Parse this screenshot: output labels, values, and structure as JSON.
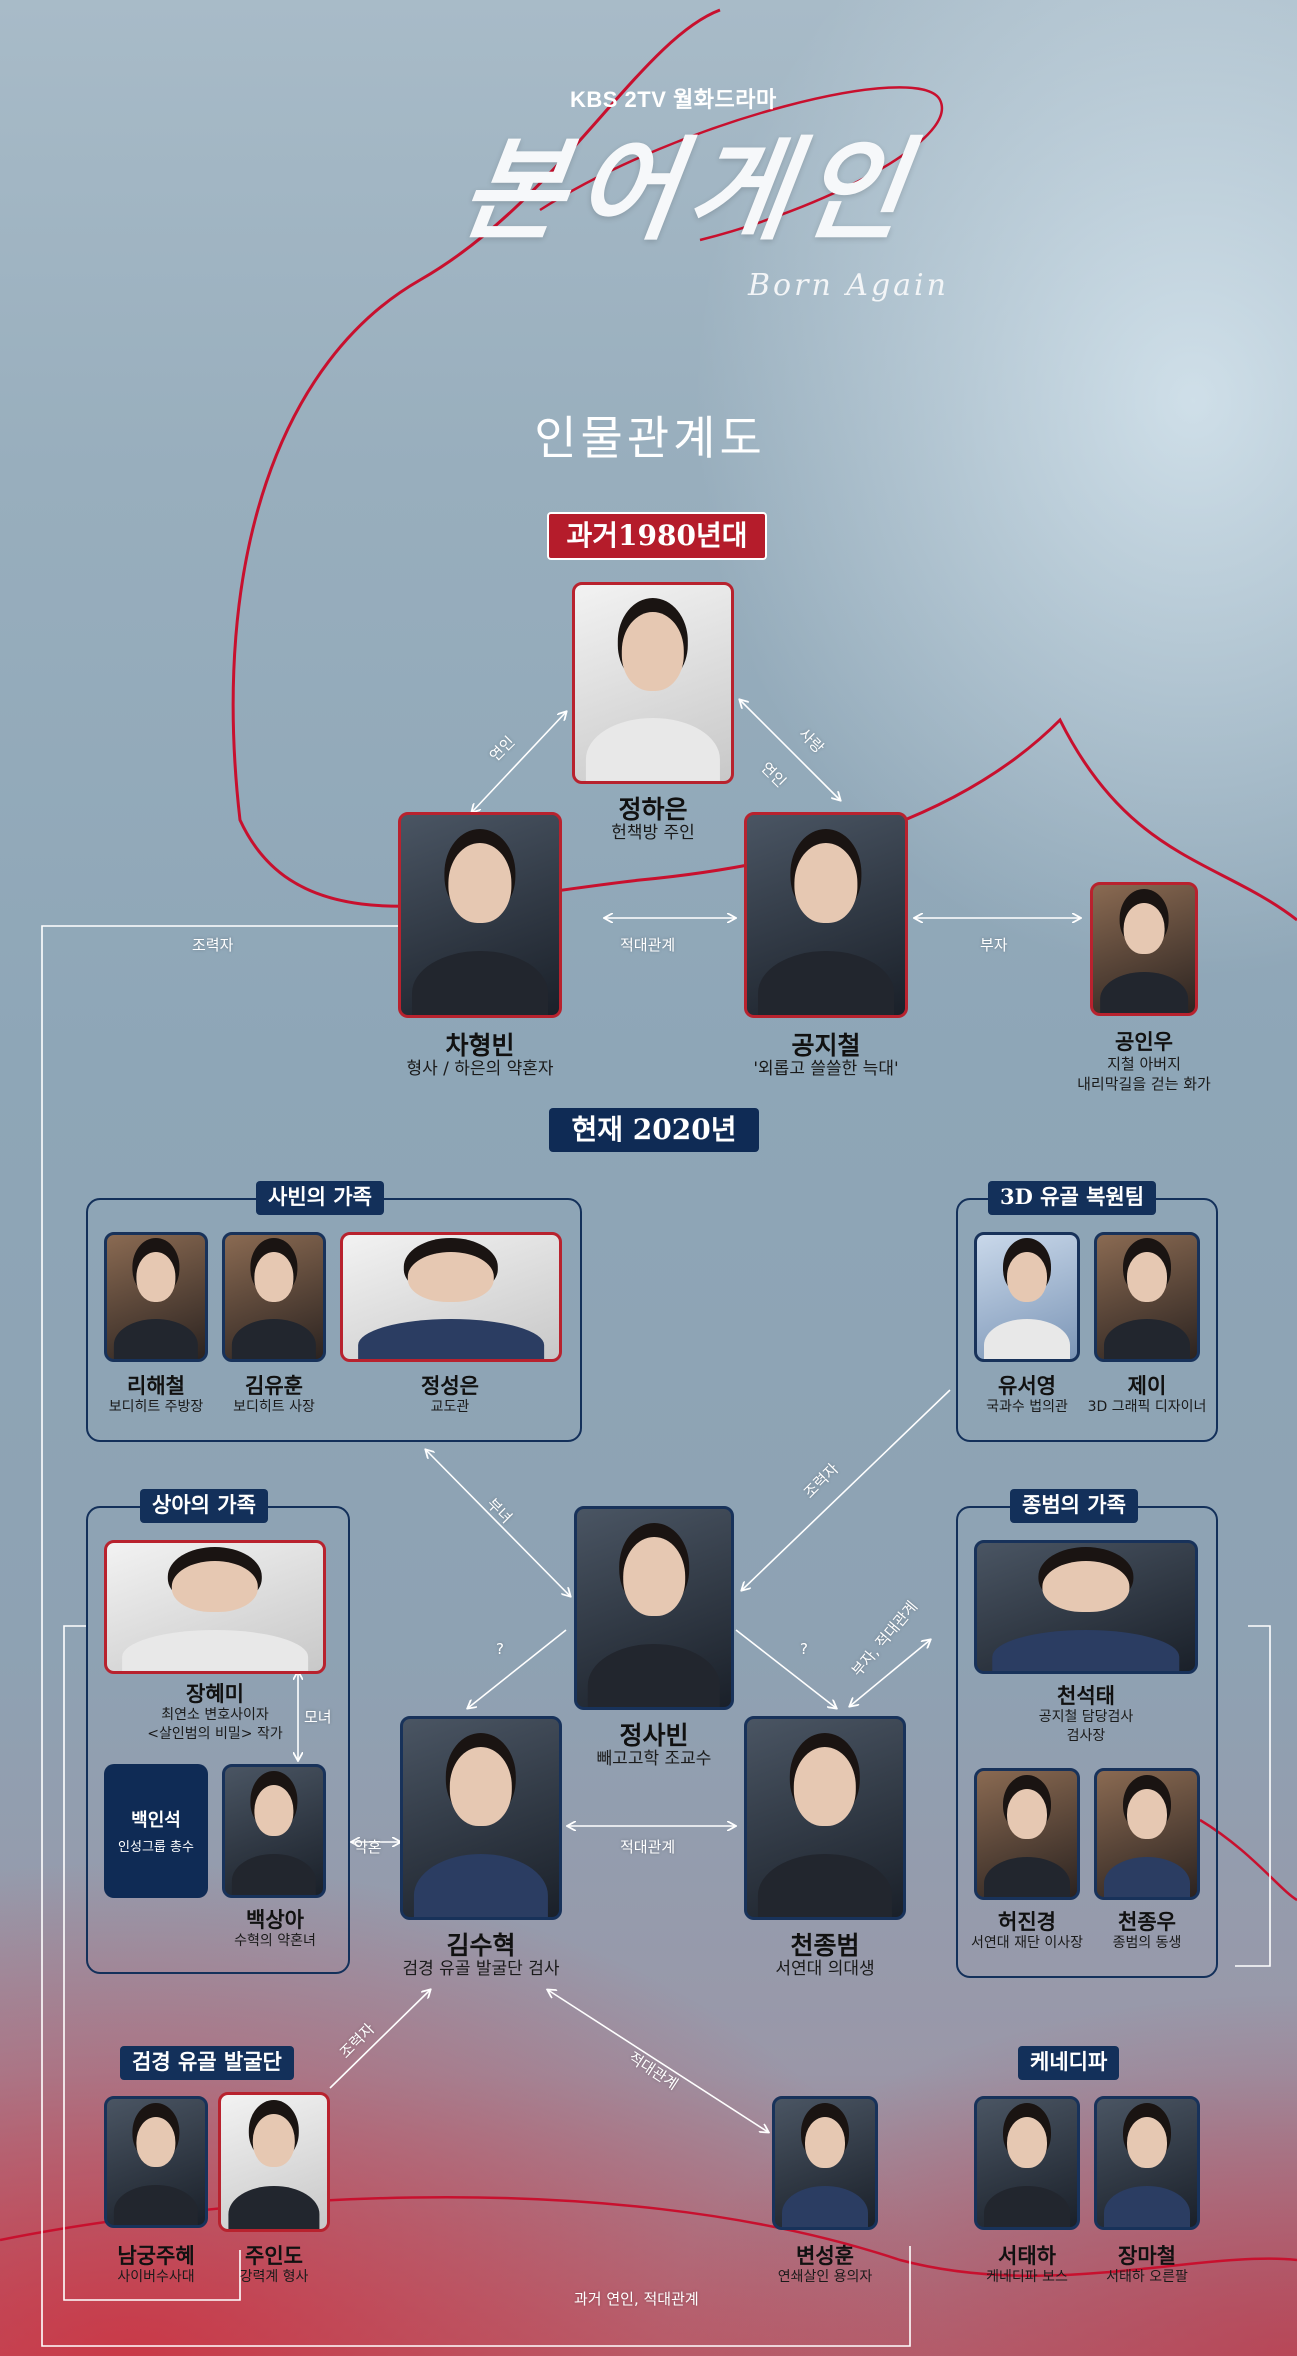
{
  "header": {
    "network": "KBS 2TV 월화드라마",
    "logo_ko": "본어게인",
    "logo_en": "Born Again",
    "title": "인물관계도"
  },
  "eras": {
    "past": "과거1980년대",
    "present": "현재 2020년"
  },
  "past": {
    "jung_haeun": {
      "name": "정하은",
      "desc": "헌책방 주인"
    },
    "cha_hyungbin": {
      "name": "차형빈",
      "desc": "형사 / 하은의 약혼자"
    },
    "gong_jicheol": {
      "name": "공지철",
      "desc": "'외롭고 쓸쓸한 늑대'"
    },
    "gong_inwoo": {
      "name": "공인우",
      "desc1": "지철 아버지",
      "desc2": "내리막길을 걷는 화가"
    }
  },
  "relations": {
    "yeonin_left": "연인",
    "sarang": "사랑",
    "yeonin_right": "연인",
    "helper_top": "조력자",
    "rival_past": "적대관계",
    "father_son": "부자",
    "father_daughter": "부녀",
    "helper_3d": "조력자",
    "q_left": "?",
    "q_right": "?",
    "father_son_rival": "부자, 적대관계",
    "mother_daughter": "모녀",
    "engaged": "약혼",
    "rival_present": "적대관계",
    "helper_bottom": "조력자",
    "rival_bottom": "적대관계",
    "past_lover_rival": "과거 연인, 적대관계"
  },
  "groups": {
    "sabin_family": {
      "label": "사빈의 가족",
      "members": [
        {
          "name": "리해철",
          "desc": "보디히트 주방장"
        },
        {
          "name": "김유훈",
          "desc": "보디히트 사장"
        },
        {
          "name": "정성은",
          "desc": "교도관"
        }
      ]
    },
    "restore_team": {
      "label": "3D 유골 복원팀",
      "members": [
        {
          "name": "유서영",
          "desc": "국과수 법의관"
        },
        {
          "name": "제이",
          "desc": "3D 그래픽 디자이너"
        }
      ]
    },
    "sanga_family": {
      "label": "상아의 가족",
      "jang": {
        "name": "장혜미",
        "desc1": "최연소 변호사이자",
        "desc2": "<살인범의 비밀> 작가"
      },
      "baek_inseok": {
        "name": "백인석",
        "desc": "인성그룹 총수"
      },
      "baek_sanga": {
        "name": "백상아",
        "desc": "수혁의 약혼녀"
      }
    },
    "jongbum_family": {
      "label": "종범의 가족",
      "cheon_seoktae": {
        "name": "천석태",
        "desc1": "공지철 담당검사",
        "desc2": "검사장"
      },
      "heo_jinkyung": {
        "name": "허진경",
        "desc": "서연대 재단 이사장"
      },
      "cheon_jongwoo": {
        "name": "천종우",
        "desc": "종범의 동생"
      }
    },
    "excavation": {
      "label": "검경 유골 발굴단",
      "members": [
        {
          "name": "남궁주혜",
          "desc": "사이버수사대"
        },
        {
          "name": "주인도",
          "desc": "강력계 형사"
        }
      ]
    },
    "kennedy": {
      "label": "케네디파",
      "members": [
        {
          "name": "서태하",
          "desc": "케네디파 보스"
        },
        {
          "name": "장마철",
          "desc": "서태하 오른팔"
        }
      ]
    }
  },
  "present": {
    "jung_sabin": {
      "name": "정사빈",
      "desc": "빼고고학 조교수"
    },
    "kim_suhyuk": {
      "name": "김수혁",
      "desc": "검경 유골 발굴단 검사"
    },
    "cheon_jongbum": {
      "name": "천종범",
      "desc": "서연대 의대생"
    },
    "byun_sunghoon": {
      "name": "변성훈",
      "desc": "연쇄살인 용의자"
    }
  },
  "colors": {
    "navy": "#13305a",
    "red": "#b51c2b",
    "thread": "#c8102e"
  }
}
